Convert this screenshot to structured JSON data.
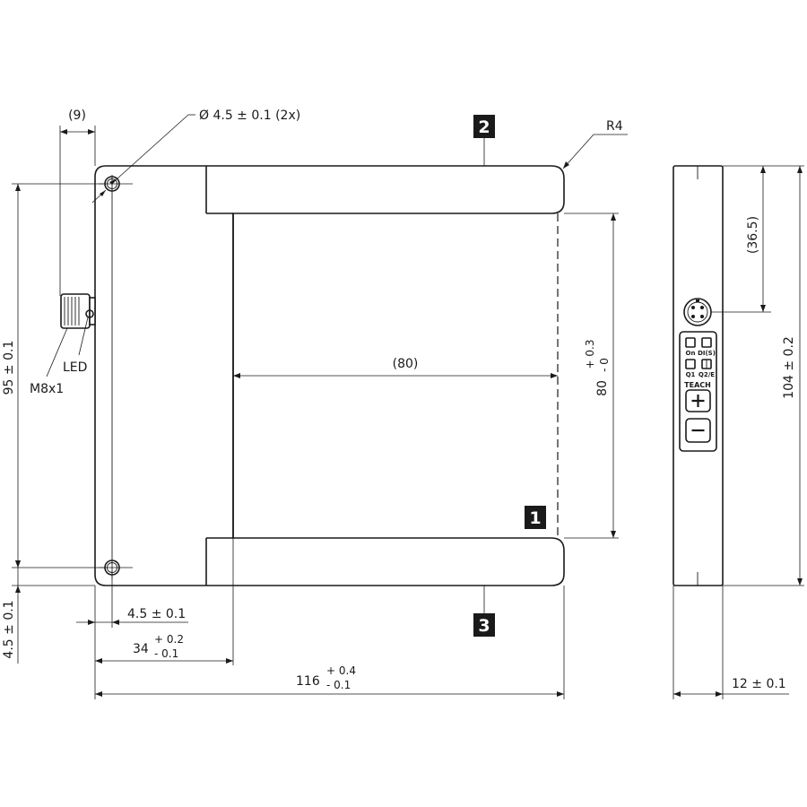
{
  "dimensions": {
    "top_width": "(9)",
    "hole": "Ø 4.5 ± 0.1 (2x)",
    "radius": "R4",
    "height_95_main": "95 ± 0.1",
    "offset_bottom": "4.5 ± 0.1",
    "offset_hole_h": "4.5 ± 0.1",
    "slot_width": "(80)",
    "slot_depth_main": "80",
    "slot_depth_tol_plus": "+ 0.3",
    "slot_depth_tol_minus": "- 0",
    "arm_main": "34",
    "arm_tol_plus": "+ 0.2",
    "arm_tol_minus": "- 0.1",
    "total_main": "116",
    "total_tol_plus": "+ 0.4",
    "total_tol_minus": "- 0.1",
    "side_height": "104 ± 0.2",
    "connector_pos": "(36.5)",
    "side_width": "12 ± 0.1"
  },
  "labels": {
    "connector": "M8x1",
    "led": "LED",
    "teach": "TEACH",
    "on": "On",
    "di": "DI(S)",
    "q1": "Q1",
    "q2": "Q2/E"
  },
  "markers": {
    "m1": "1",
    "m2": "2",
    "m3": "3"
  }
}
